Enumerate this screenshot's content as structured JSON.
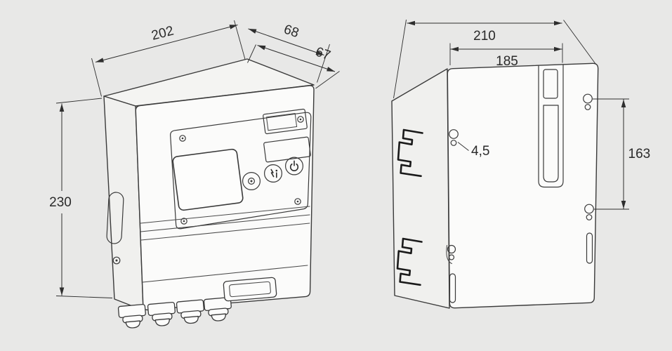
{
  "page": {
    "background_color": "#e8e8e7",
    "line_color": "#3a3a3a",
    "text_color": "#2a2a2a",
    "description_visible_text_only": true
  },
  "front_view": {
    "dim_width": "202",
    "dim_depth_rear": "68",
    "dim_depth_front": "67",
    "dim_height": "230",
    "icons": {
      "reset_button": "dot-circle-icon",
      "info_button": "flash-info-icon",
      "power_button": "power-icon"
    }
  },
  "back_view": {
    "dim_width": "210",
    "dim_mount_spacing": "185",
    "dim_hole_diameter": "4,5",
    "dim_mount_height": "163"
  }
}
